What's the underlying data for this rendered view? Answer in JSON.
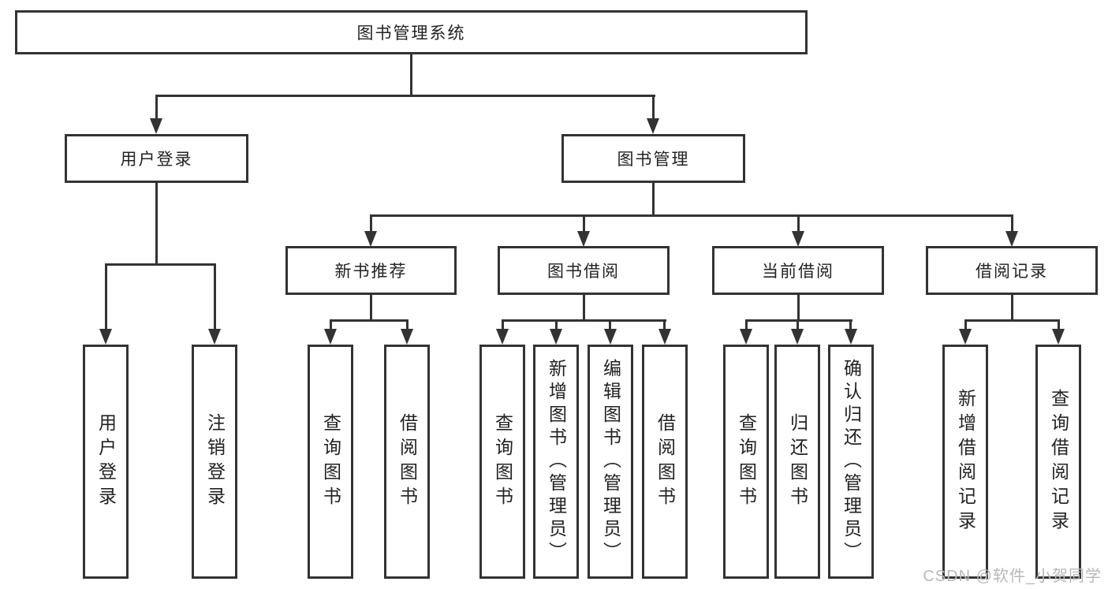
{
  "diagram": {
    "watermark": "CSDN @软件_小贺同学",
    "colors": {
      "line": "#333333",
      "text": "#222222",
      "background": "#ffffff",
      "watermark_text": "#b8b8b8"
    },
    "nodes": {
      "root": {
        "label": "图书管理系统"
      },
      "user_login": {
        "label": "用户登录"
      },
      "book_management": {
        "label": "图书管理"
      },
      "new_book_recommend": {
        "label": "新书推荐"
      },
      "book_borrowing": {
        "label": "图书借阅"
      },
      "current_borrowing": {
        "label": "当前借阅"
      },
      "borrowing_records": {
        "label": "借阅记录"
      },
      "leaf_user_login": {
        "label": "用户登录"
      },
      "leaf_logout": {
        "label": "注销登录"
      },
      "leaf_nbr_query_books": {
        "label": "查询图书"
      },
      "leaf_nbr_borrow_books": {
        "label": "借阅图书"
      },
      "leaf_bb_query_books": {
        "label": "查询图书"
      },
      "leaf_bb_add_books": {
        "label": "新增图书（管理员）"
      },
      "leaf_bb_edit_books": {
        "label": "编辑图书（管理员）"
      },
      "leaf_bb_borrow_books": {
        "label": "借阅图书"
      },
      "leaf_cb_query_books": {
        "label": "查询图书"
      },
      "leaf_cb_return_books": {
        "label": "归还图书"
      },
      "leaf_cb_confirm_return": {
        "label": "确认归还（管理员）"
      },
      "leaf_br_add_record": {
        "label": "新增借阅记录"
      },
      "leaf_br_query_record": {
        "label": "查询借阅记录"
      }
    }
  }
}
